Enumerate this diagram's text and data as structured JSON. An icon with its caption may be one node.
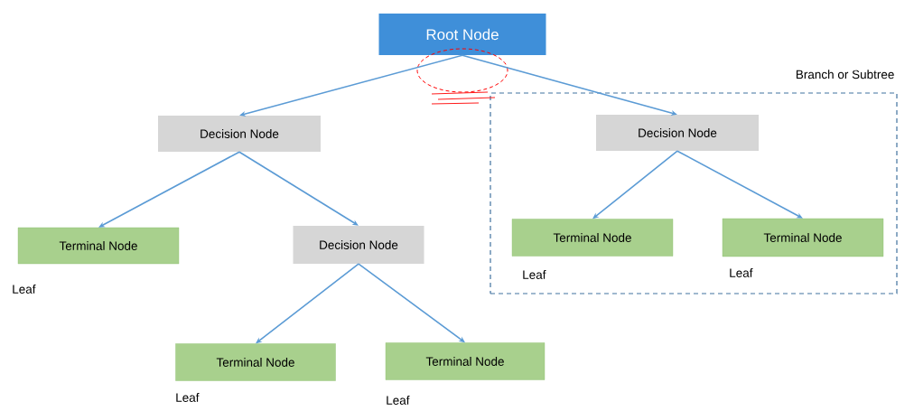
{
  "diagram": {
    "nodes": [
      {
        "text": [
          "Root Node"
        ]
      },
      {
        "text": [
          "Decision Node"
        ]
      },
      {
        "text": [
          "Branch or Subtree"
        ]
      },
      {
        "text": [
          "Decision Node"
        ],
        "in": 2
      },
      {
        "text": [
          "Terminal Node"
        ],
        "beside": [
          "Leaf"
        ]
      },
      {
        "text": [
          "Decision Node"
        ]
      },
      {
        "text": [
          "Terminal Node"
        ],
        "in": 2,
        "beside": [
          "Leaf"
        ]
      },
      {
        "text": [
          "Terminal Node"
        ],
        "in": 2,
        "beside": [
          "Leaf"
        ]
      },
      {
        "text": [
          "Terminal Node"
        ],
        "beside": [
          "Leaf"
        ]
      },
      {
        "text": [
          "Terminal Node"
        ],
        "beside": [
          "Leaf"
        ]
      }
    ],
    "edges": [
      {
        "from": 0,
        "to": 1,
        "arrow": "to"
      },
      {
        "from": 0,
        "to": 3,
        "arrow": "to"
      },
      {
        "from": 1,
        "to": 4,
        "arrow": "to"
      },
      {
        "from": 1,
        "to": 5,
        "arrow": "to"
      },
      {
        "from": 3,
        "to": 6,
        "arrow": "to"
      },
      {
        "from": 3,
        "to": 7,
        "arrow": "to"
      },
      {
        "from": 5,
        "to": 8,
        "arrow": "to"
      },
      {
        "from": 5,
        "to": 9,
        "arrow": "to"
      }
    ]
  }
}
